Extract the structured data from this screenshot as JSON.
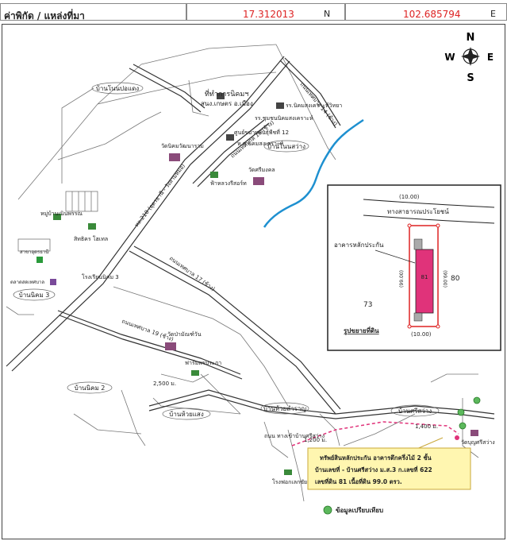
{
  "header": {
    "label": "ค่าพิกัด / แหล่งที่มา",
    "lat": "17.312013",
    "lat_unit": "N",
    "lon": "102.685794",
    "lon_unit": "E"
  },
  "compass": {
    "n": "N",
    "s": "S",
    "e": "E",
    "w": "W"
  },
  "places": {
    "ban_nong_paeng": "บ้านโนนปอแดง",
    "district_office": "ที่ทำการนิคมฯ",
    "co_op": "สนง.เกษตร อ.เมือง",
    "school_1": "รร.นิคมสงเคราะห์วิทยา",
    "school_2": "รร.ชุมชนนิคมสงเคราะห์",
    "growth_center": "ศูนย์ขยายพันธุ์พืชที่ 12",
    "health": "ห.ส.นิคมสงเคราะห์",
    "wat_nikom": "วัดนิคมวัฒนาราม",
    "wat_sri_mongkol": "วัดศรีมงคล",
    "fah_luang": "ฟ้าหลวงรีสอร์ท",
    "ban_non_sawang": "บ้านโนนสว่าง",
    "village_estate": "หมู่บ้านเนินพรรณ",
    "sitthikorn": "สิทธิคร โฮเทล",
    "pp_nikom": "สาขาอุดรธานี",
    "market": "ตลาดสดเทศบาล",
    "nikom_school3": "โรงเรียนนิคม 3",
    "ban_nikom3": "บ้านนิคม 3",
    "wat_pa": "วัดป่ามัณฑ์วัน",
    "farm": "ฟาร์มพรประภา",
    "ban_nikom2": "บ้านนิคม 2",
    "ban_huai_saeng": "บ้านห้วยแสง",
    "ban_huai_samran": "บ้านห้วยสำราญ",
    "ban_sri_sawang": "บ้านศรีสว่าง",
    "wat_sri_sawang": "วัดบุญศรีสว่าง",
    "factory": "โรงฟอกเลกซัย",
    "road_main": "ถนน ทางเข้าบ้านศรีสว่าง",
    "road_hwy210": "ทล.210 (อุดรธานี - วังสามหมอ)",
    "road_17": "ถนนเทศบาล 17 (ช้าง)",
    "road_19": "ถนนเทศบาล 19 (ช้าง)",
    "road_16": "ถนนเทศบาล 16 (ช้าง)",
    "road_14": "ถนนเทศบาล 14 (ช้าง)"
  },
  "distances": {
    "d1": "1,400 ม.",
    "d2": "2,500 ม.",
    "d3": "1,200 ม."
  },
  "inset": {
    "road_label": "ทางสาธารณประโยชน์",
    "width_top": "(10.00)",
    "width_bottom": "(10.00)",
    "left_len": "(99.00)",
    "right_len": "(99.00)",
    "plot_num": "81",
    "neighbor_right": "80",
    "neighbor_left": "73",
    "building_label": "อาคารหลักประกัน",
    "plot_caption": "รูปขยายที่ดิน"
  },
  "info_box": {
    "line1": "ทรัพย์สินหลักประกัน อาคารตึกครึ่งไม้ 2 ชั้น",
    "line2": "บ้านเลขที่  -   บ้านศรีสว่าง ม.ส.3 ก.เลขที่ 622",
    "line3": "เลขที่ดิน 81 เนื้อที่ดิน 99.0 ตรว."
  },
  "legend": {
    "label": "ข้อมูลเปรียบเทียบ",
    "color": "#5cb85c"
  },
  "colors": {
    "river": "#1e90d0",
    "plot": "#e0337a",
    "highlight": "#fff6b0"
  }
}
